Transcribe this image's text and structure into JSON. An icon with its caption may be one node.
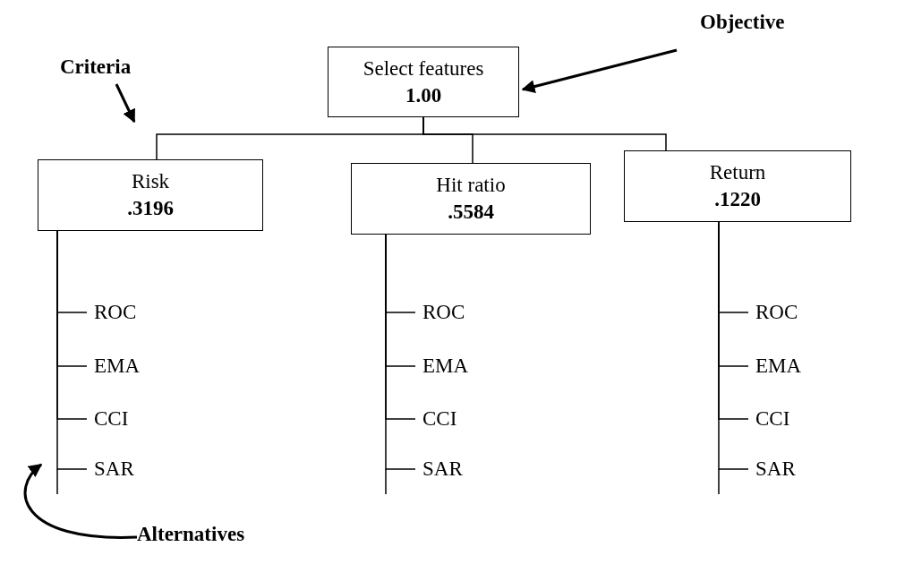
{
  "diagram": {
    "nodes": [
      {
        "text": [
          "Select features",
          "1.00"
        ]
      },
      {
        "text": [
          "Risk",
          ".3196"
        ]
      },
      {
        "text": [
          "Hit ratio",
          ".5584"
        ]
      },
      {
        "text": [
          "Return",
          ".1220"
        ]
      },
      {
        "text": [
          "ROC"
        ]
      },
      {
        "text": [
          "EMA"
        ]
      },
      {
        "text": [
          "CCI"
        ]
      },
      {
        "text": [
          "SAR"
        ]
      },
      {
        "text": [
          "ROC"
        ]
      },
      {
        "text": [
          "EMA"
        ]
      },
      {
        "text": [
          "CCI"
        ]
      },
      {
        "text": [
          "SAR"
        ]
      },
      {
        "text": [
          "ROC"
        ]
      },
      {
        "text": [
          "EMA"
        ]
      },
      {
        "text": [
          "CCI"
        ]
      },
      {
        "text": [
          "SAR"
        ]
      },
      {
        "text": [
          "Objective"
        ]
      },
      {
        "text": [
          "Criteria"
        ]
      },
      {
        "text": [
          "Alternatives"
        ]
      }
    ],
    "edges": [
      {
        "from": 0,
        "to": 1,
        "arrow": "none"
      },
      {
        "from": 0,
        "to": 2,
        "arrow": "none"
      },
      {
        "from": 0,
        "to": 3,
        "arrow": "none"
      },
      {
        "from": 1,
        "to": 4,
        "arrow": "none"
      },
      {
        "from": 1,
        "to": 5,
        "arrow": "none"
      },
      {
        "from": 1,
        "to": 6,
        "arrow": "none"
      },
      {
        "from": 1,
        "to": 7,
        "arrow": "none"
      },
      {
        "from": 2,
        "to": 8,
        "arrow": "none"
      },
      {
        "from": 2,
        "to": 9,
        "arrow": "none"
      },
      {
        "from": 2,
        "to": 10,
        "arrow": "none"
      },
      {
        "from": 2,
        "to": 11,
        "arrow": "none"
      },
      {
        "from": 3,
        "to": 12,
        "arrow": "none"
      },
      {
        "from": 3,
        "to": 13,
        "arrow": "none"
      },
      {
        "from": 3,
        "to": 14,
        "arrow": "none"
      },
      {
        "from": 3,
        "to": 15,
        "arrow": "none"
      },
      {
        "from": 16,
        "to": 0,
        "arrow": "to"
      },
      {
        "from": 17,
        "to": null,
        "arrow": "to"
      },
      {
        "from": 18,
        "to": null,
        "arrow": "to"
      }
    ]
  }
}
